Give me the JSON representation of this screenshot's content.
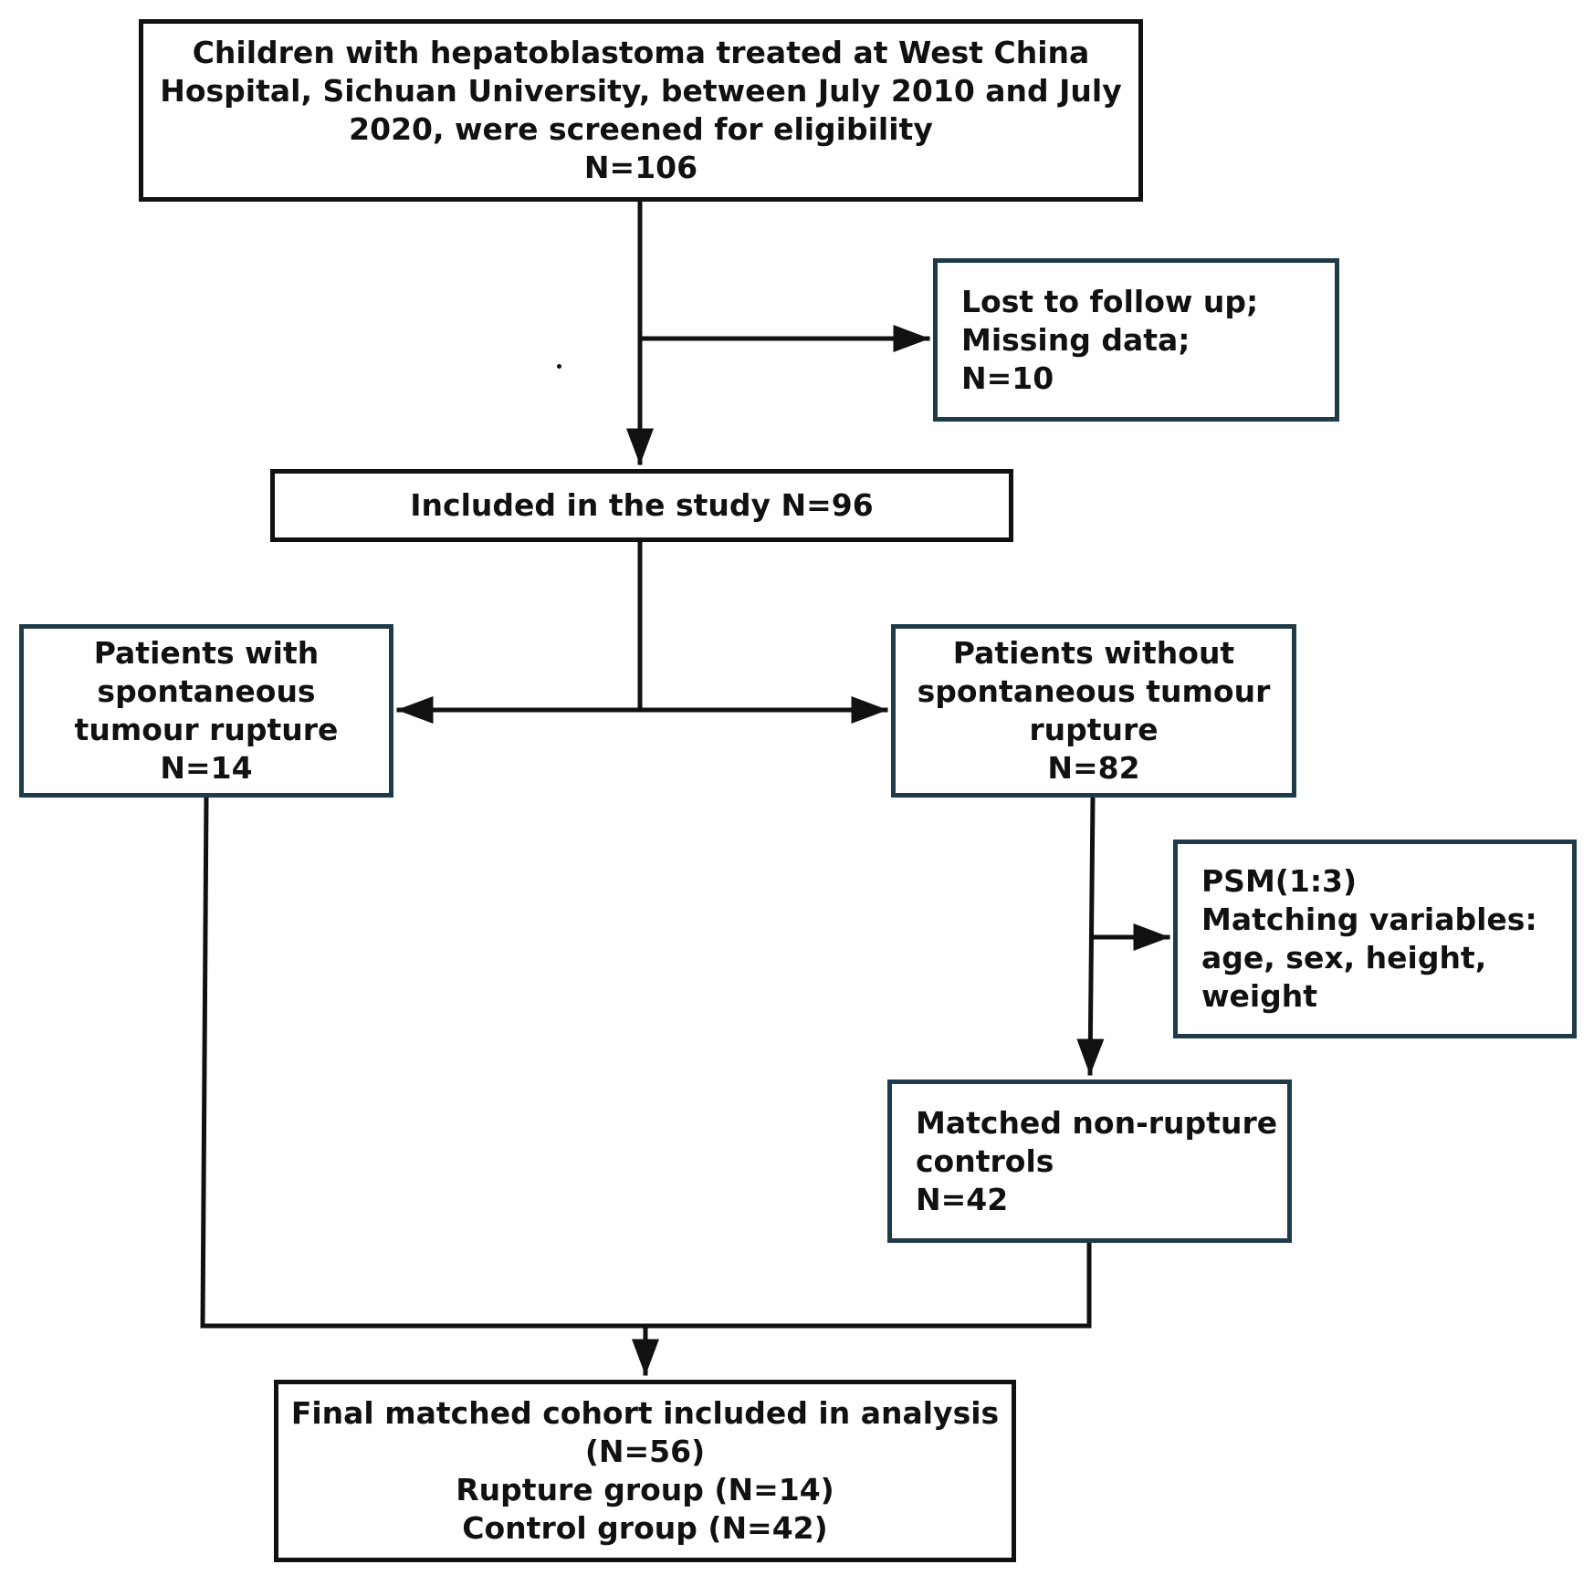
{
  "flowchart": {
    "screened": {
      "lines": [
        "Children with hepatoblastoma treated at West China",
        "Hospital, Sichuan University, between July 2010 and July",
        "2020, were screened for eligibility",
        "N=106"
      ]
    },
    "excluded": {
      "lines": [
        "Lost to follow up;",
        "Missing data;",
        "N=10"
      ]
    },
    "included": {
      "text": "Included in the study N=96"
    },
    "rupture": {
      "lines": [
        "Patients with",
        "spontaneous",
        "tumour rupture",
        "N=14"
      ]
    },
    "no_rupture": {
      "lines": [
        "Patients without",
        "spontaneous tumour",
        "rupture",
        "N=82"
      ]
    },
    "psm": {
      "lines": [
        "PSM(1:3)",
        "Matching variables:",
        "age, sex, height,",
        "weight"
      ]
    },
    "matched": {
      "lines": [
        "Matched non-rupture",
        "controls",
        "N=42"
      ]
    },
    "final": {
      "lines": [
        "Final matched cohort included in analysis",
        "(N=56)",
        "Rupture group (N=14)",
        "Control group (N=42)"
      ]
    }
  },
  "colors": {
    "line": "#111111",
    "box_border_dark": "#111111",
    "box_border_teal": "#1f3a48",
    "background": "#ffffff"
  }
}
